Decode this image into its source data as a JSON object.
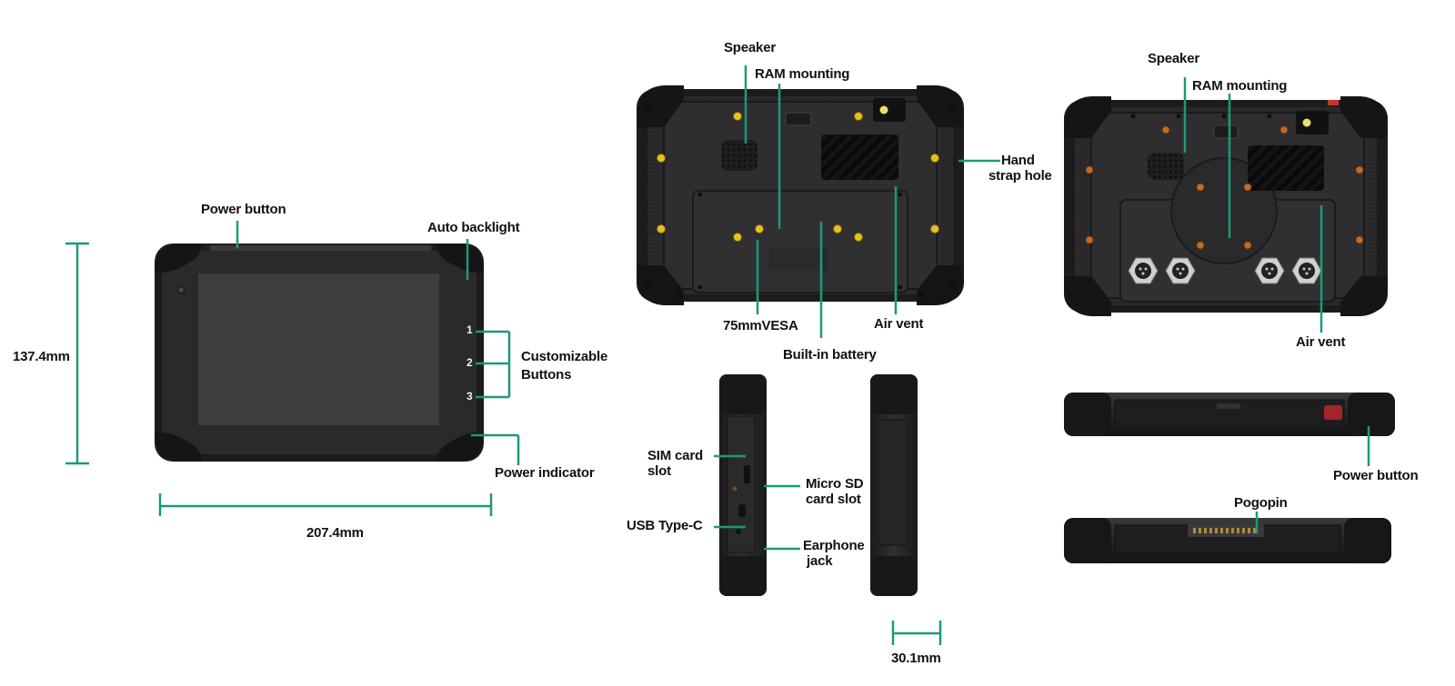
{
  "colors": {
    "callout": "#1a9a78",
    "body": "#2c2c2e",
    "body_dark": "#1c1c1e",
    "bumper": "#232325",
    "screen": "#3c3c3e",
    "screw_yellow": "#e6c21e",
    "screw_orange": "#c96a22",
    "text": "#111111"
  },
  "front_view": {
    "power_button": "Power button",
    "auto_backlight": "Auto backlight",
    "customizable_buttons": [
      "Customizable",
      "Buttons"
    ],
    "button_numbers": [
      "1",
      "2",
      "3"
    ],
    "power_indicator": "Power indicator",
    "height_dimension": "137.4mm",
    "width_dimension": "207.4mm"
  },
  "back_view": {
    "speaker": "Speaker",
    "ram_mounting": "RAM mounting",
    "hand_strap_hole": [
      "Hand",
      "strap hole"
    ],
    "vesa": "75mmVESA",
    "air_vent": "Air vent",
    "built_in_battery": "Built-in battery"
  },
  "side_views": {
    "sim_card_slot": [
      "SIM card",
      "slot"
    ],
    "micro_sd_card_slot": [
      "Micro SD",
      "card slot"
    ],
    "usb_type_c": "USB Type-C",
    "earphone_jack": [
      "Earphone",
      "jack"
    ],
    "thickness_dimension": "30.1mm"
  },
  "back_view_variant": {
    "speaker": "Speaker",
    "ram_mounting": "RAM mounting",
    "air_vent": "Air vent"
  },
  "edge_views": {
    "power_button": "Power button",
    "pogopin": "Pogopin"
  }
}
